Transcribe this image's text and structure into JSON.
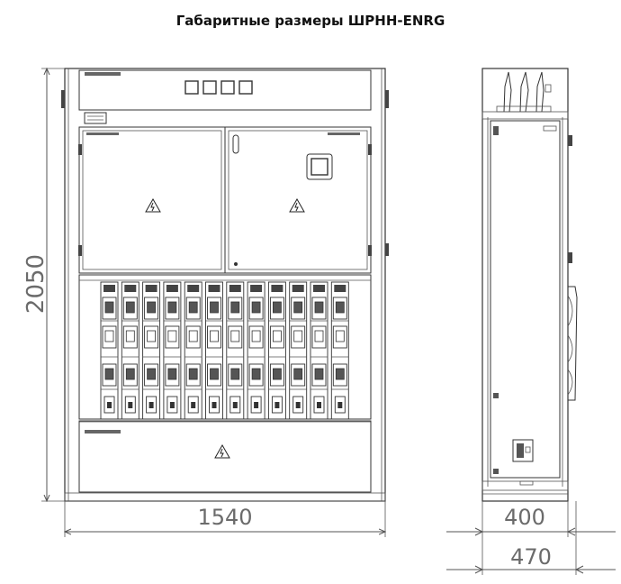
{
  "title": "Габаритные размеры ШРНН-ENRG",
  "dimensions": {
    "height": "2050",
    "width_front": "1540",
    "depth_body": "400",
    "depth_total": "470"
  },
  "icons": [
    "high-voltage-warning-icon",
    "fuse-switch-icon"
  ],
  "colors": {
    "line": "#333333",
    "dimension_text": "#6b6b6b",
    "background": "#ffffff"
  }
}
